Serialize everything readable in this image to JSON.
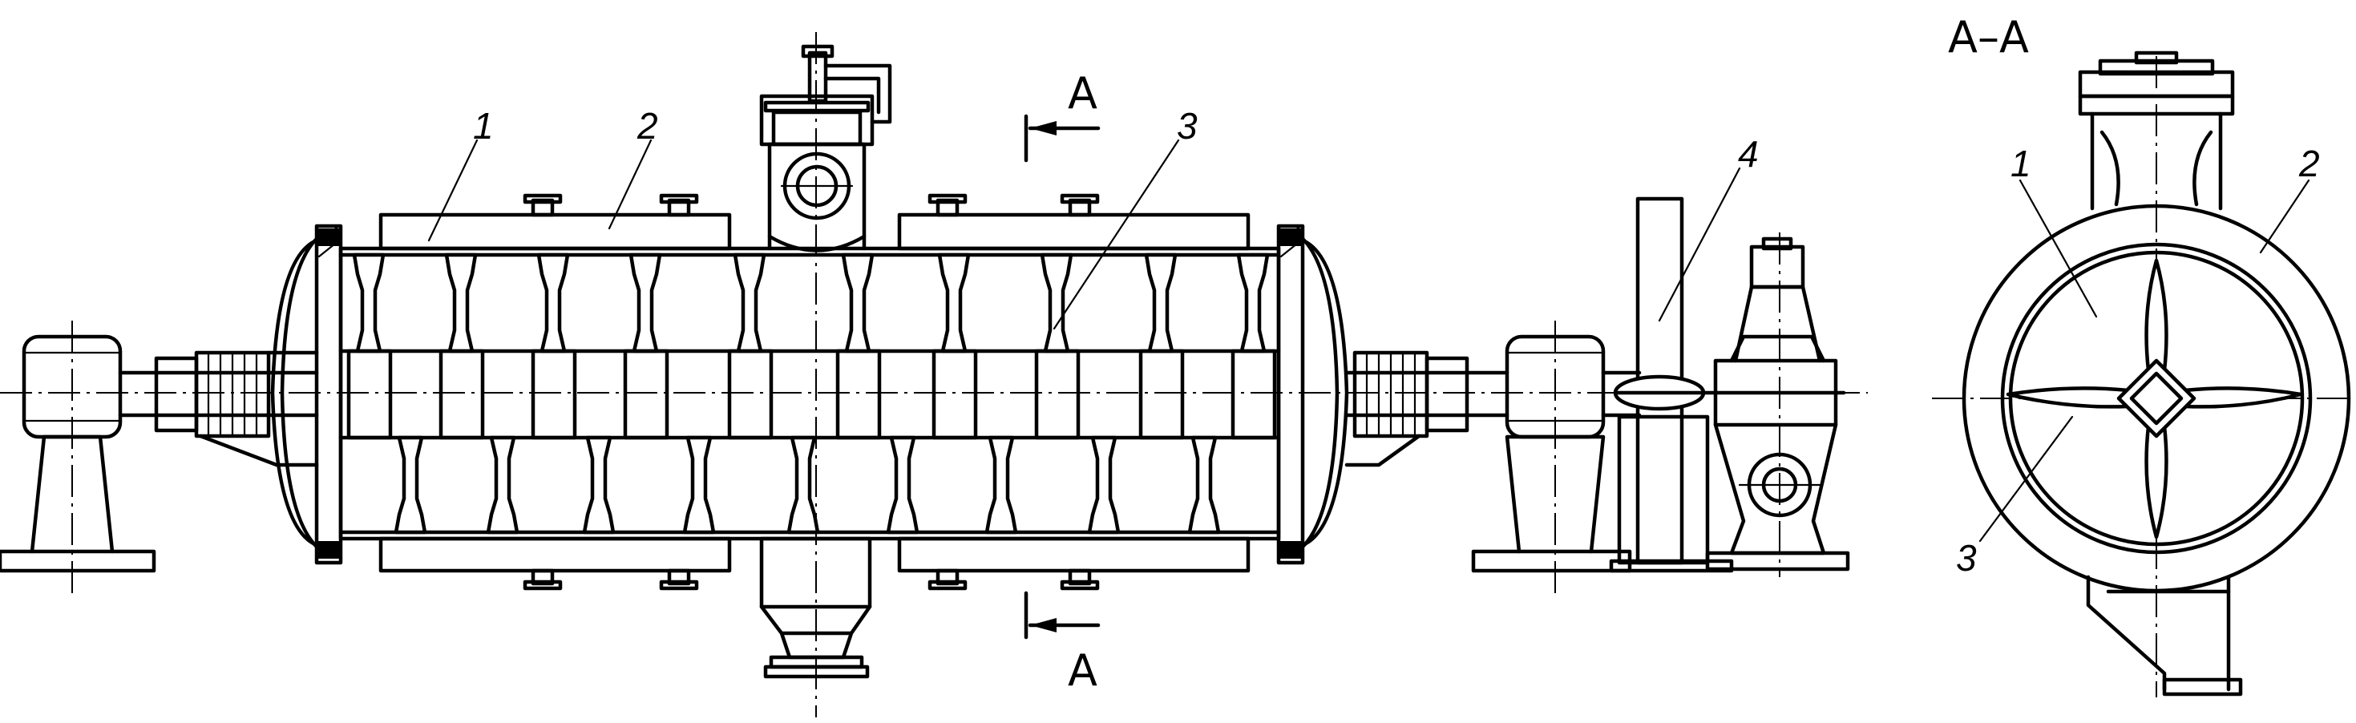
{
  "labels": {
    "front": {
      "p1": "1",
      "p2": "2",
      "p3": "3",
      "p4": "4"
    },
    "section": {
      "p1": "1",
      "p2": "2",
      "p3": "3"
    },
    "cut_marker": "A",
    "section_title": "A–A"
  }
}
